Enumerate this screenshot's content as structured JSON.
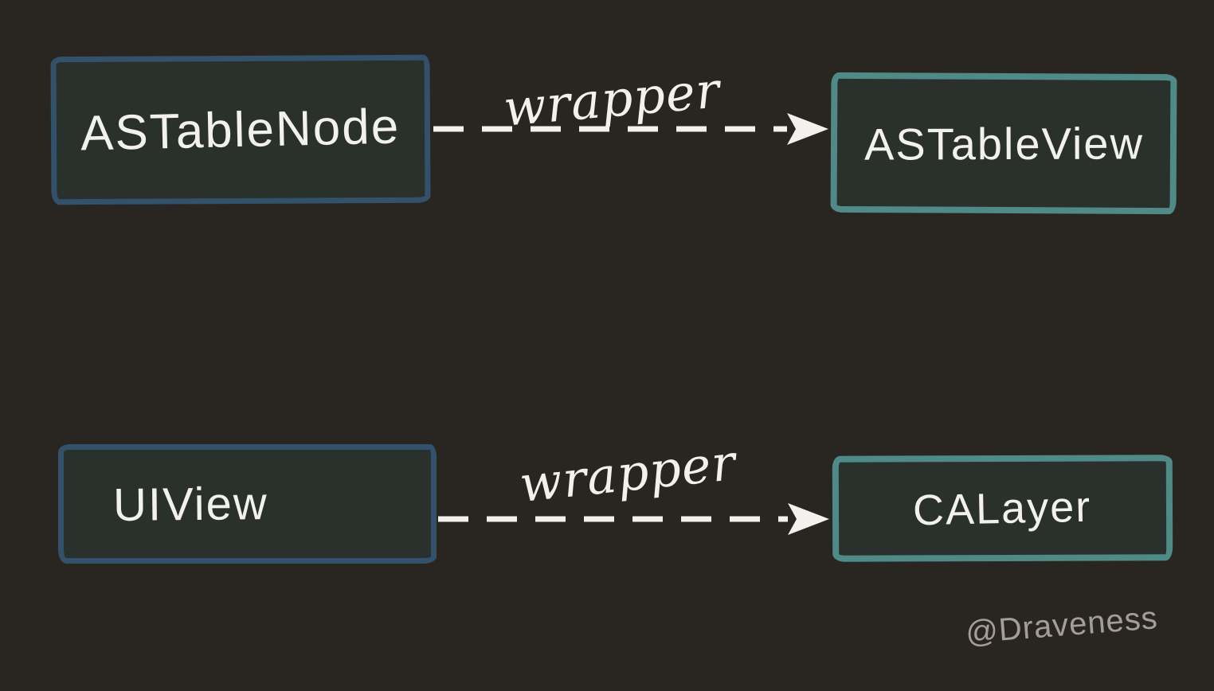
{
  "page": {
    "background": "#292622"
  },
  "colors": {
    "box_fill": "#2a312c",
    "blue_border": "#33516b",
    "teal_border": "#4f8a86",
    "stroke_white": "#f2f1ed",
    "signature_gray": "#a49e96"
  },
  "rows": [
    {
      "source": "ASTableNode",
      "relation": "wrapper",
      "target": "ASTableView"
    },
    {
      "source": "UIView",
      "relation": "wrapper",
      "target": "CALayer"
    }
  ],
  "signature": "@Draveness"
}
